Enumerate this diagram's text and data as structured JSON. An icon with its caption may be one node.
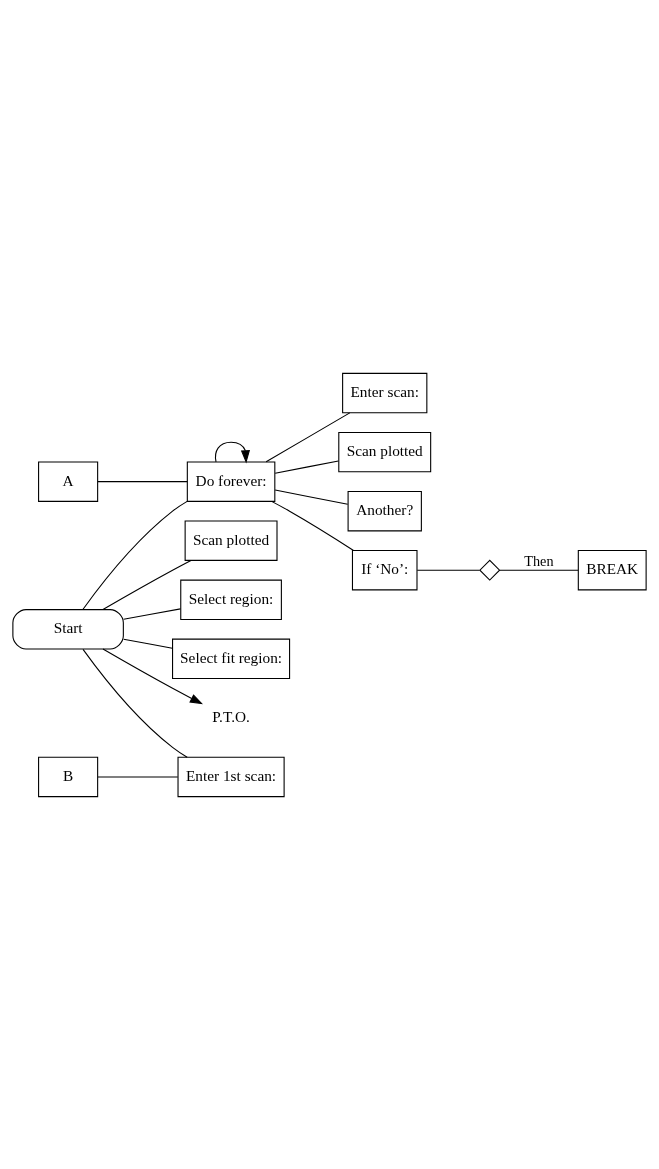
{
  "diagram": {
    "nodes": [
      {
        "text": [
          "Start"
        ]
      },
      {
        "text": [
          "A"
        ]
      },
      {
        "text": [
          "Do forever:"
        ]
      },
      {
        "text": [
          "Enter scan:"
        ]
      },
      {
        "text": [
          "Scan plotted"
        ]
      },
      {
        "text": [
          "Another?"
        ]
      },
      {
        "text": [
          "If ‘No’:"
        ]
      },
      {
        "text": [],
        "shape": "diamond"
      },
      {
        "text": [
          "BREAK"
        ]
      },
      {
        "text": [
          "B"
        ]
      },
      {
        "text": [
          "Enter 1st scan:"
        ]
      },
      {
        "text": [
          "Scan plotted"
        ]
      },
      {
        "text": [
          "Select region:"
        ]
      },
      {
        "text": [
          "Select fit region:"
        ]
      },
      {
        "text": [
          "P.T.O."
        ]
      }
    ],
    "edges": [
      {
        "from": 0,
        "to": 14,
        "arrow": "to"
      },
      {
        "from": 0,
        "to": 2,
        "arrow": "none"
      },
      {
        "from": 1,
        "to": 2,
        "arrow": "none"
      },
      {
        "from": 2,
        "to": 2,
        "arrow": "to"
      },
      {
        "from": 2,
        "to": 3,
        "arrow": "none"
      },
      {
        "from": 2,
        "to": 4,
        "arrow": "none"
      },
      {
        "from": 2,
        "to": 5,
        "arrow": "none"
      },
      {
        "from": 2,
        "to": 6,
        "arrow": "none"
      },
      {
        "from": 6,
        "to": 7,
        "arrow": "none"
      },
      {
        "from": 7,
        "to": 8,
        "arrow": "none",
        "label": "Then"
      },
      {
        "from": 9,
        "to": 10,
        "arrow": "none"
      },
      {
        "from": 0,
        "to": 10,
        "arrow": "none"
      },
      {
        "from": 0,
        "to": 11,
        "arrow": "none"
      },
      {
        "from": 0,
        "to": 12,
        "arrow": "none"
      },
      {
        "from": 0,
        "to": 13,
        "arrow": "none"
      }
    ]
  }
}
